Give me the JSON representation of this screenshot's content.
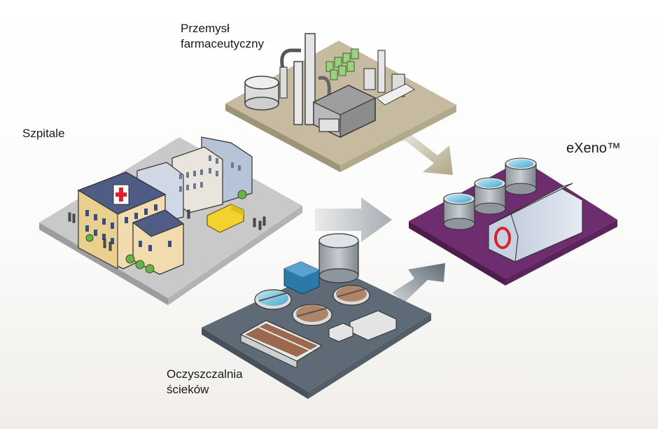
{
  "nodes": {
    "pharma": {
      "label_lines": [
        "Przemysł",
        "farmaceutyczny"
      ],
      "platform_color": "#c6bba0"
    },
    "hospitals": {
      "label_lines": [
        "Szpitale"
      ],
      "platform_color": "#c9c9c9"
    },
    "wwtp": {
      "label_lines": [
        "Oczyszczalnia",
        "ścieków"
      ],
      "platform_color": "#5e6b77"
    },
    "exeno": {
      "label_lines": [
        "eXeno™"
      ],
      "platform_color": "#6e2d6e"
    }
  },
  "arrows": [
    {
      "from": "pharma",
      "to": "exeno",
      "color": "#b0a689"
    },
    {
      "from": "hospitals",
      "to": "exeno",
      "color": "#a7acb3"
    },
    {
      "from": "wwtp",
      "to": "exeno",
      "color": "#5e6b77"
    }
  ],
  "icons": {
    "hospital_cross": "red-cross-icon",
    "exeno_logo": "red-ring-logo-icon"
  }
}
